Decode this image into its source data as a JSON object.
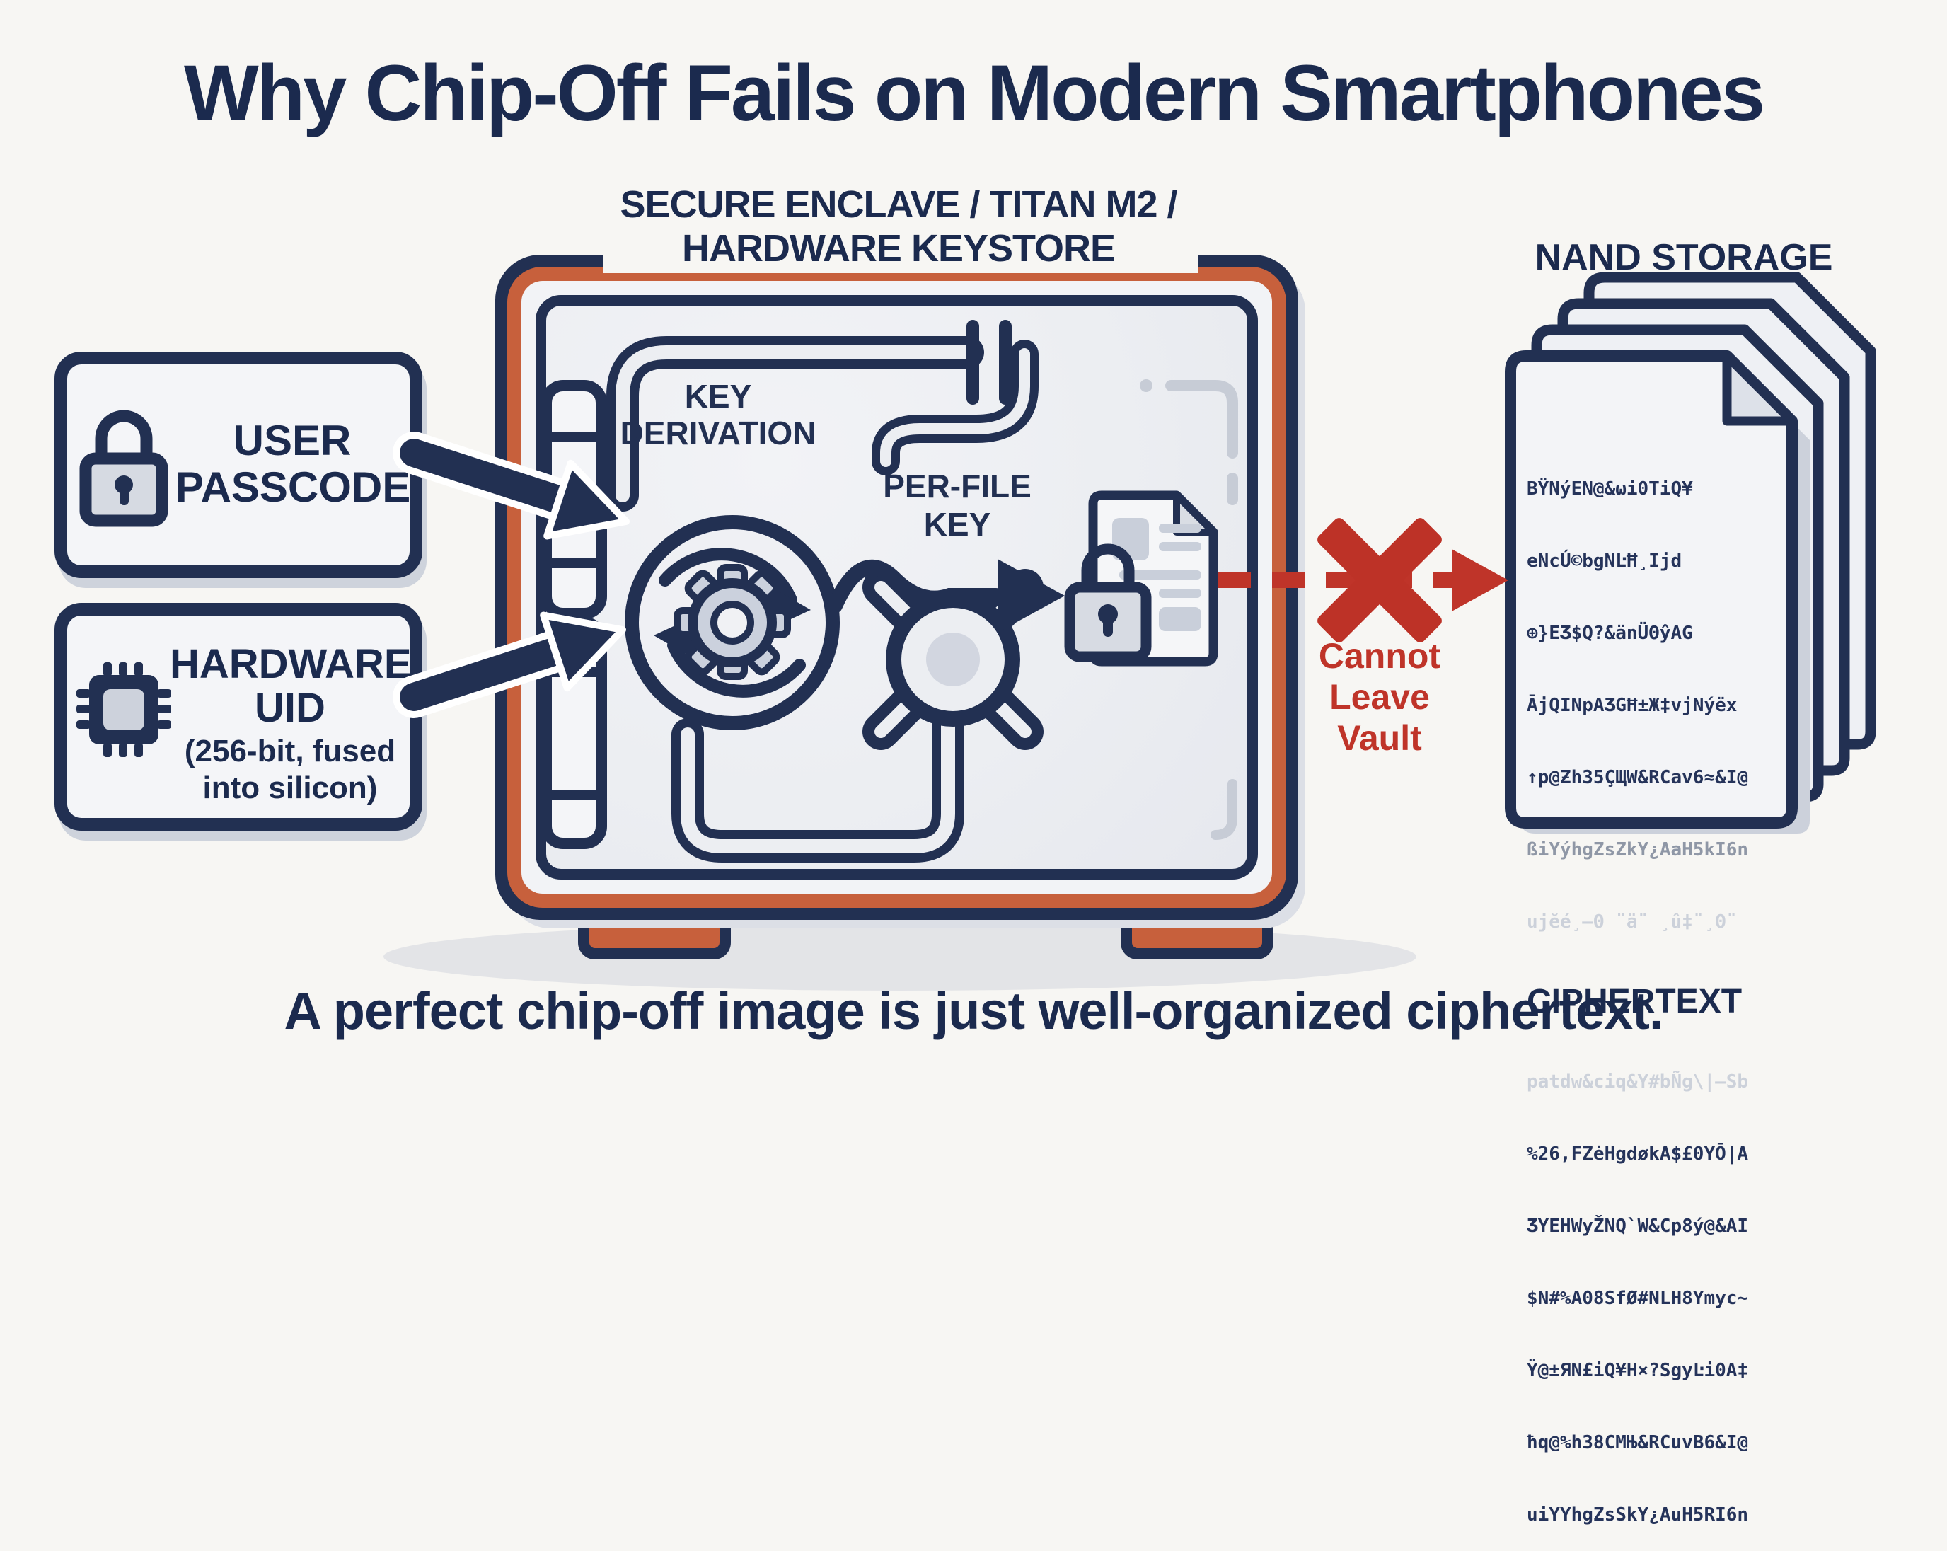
{
  "title": "Why Chip-Off Fails on Modern Smartphones",
  "caption": "A perfect chip-off image is just well-organized ciphertext.",
  "colors": {
    "navy": "#223052",
    "text_navy": "#1b2a4e",
    "orange": "#c7603c",
    "red": "#bf3429",
    "background": "#f7f6f3"
  },
  "vault": {
    "label_line1": "SECURE ENCLAVE / TITAN M2 /",
    "label_line2": "HARDWARE KEYSTORE",
    "key_derivation_line1": "KEY",
    "key_derivation_line2": "DERIVATION",
    "per_file_key_line1": "PER-FILE",
    "per_file_key_line2": "KEY"
  },
  "inputs": [
    {
      "icon": "lock-icon",
      "label_line1": "USER",
      "label_line2": "PASSCODE"
    },
    {
      "icon": "chip-icon",
      "label_line1": "HARDWARE",
      "label_line2": "UID",
      "sub_line1": "(256-bit, fused",
      "sub_line2": "into silicon)"
    }
  ],
  "restriction": {
    "line1": "Cannot",
    "line2": "Leave",
    "line3": "Vault"
  },
  "nand": {
    "label": "NAND STORAGE",
    "page_label": "CIPHERTEXT",
    "lines_top": [
      {
        "text": "BŸNýEN@&ωi0TiQ¥",
        "tone": "dark"
      },
      {
        "text": "eNcÚ©bgNĿĦ¸Ijd",
        "tone": "dark"
      },
      {
        "text": "⊕}EƷ$Q?&änÜΘŷAG",
        "tone": "dark"
      },
      {
        "text": "ĀjQINpAƷGĦ±Ж‡vjNýëx",
        "tone": "dark"
      },
      {
        "text": "↑p@Ƶh35ÇЩW&RCav6≈&I@",
        "tone": "dark"
      },
      {
        "text": "ßiYýhgZsZkY¿AaH5kI6n",
        "tone": "gray"
      },
      {
        "text": "ujĕé¸—Θ ¨ä¨ ¸û‡¨¸Θ¨",
        "tone": "ghost"
      }
    ],
    "lines_bottom": [
      {
        "text": "patdw&ciq&Y#bÑg\\|—Sb",
        "tone": "ghost"
      },
      {
        "text": "%26,FZėHgdøkA$£0YŌ|A",
        "tone": "dark"
      },
      {
        "text": "ƷYEHWyŽNQ`W&Cp8ý@&AI",
        "tone": "dark"
      },
      {
        "text": "$N#%A08SfØ#NLH8Ymyc~",
        "tone": "dark"
      },
      {
        "text": "Ϋ@±ЯN£iQ¥H×?SgyĿi0A‡",
        "tone": "dark"
      },
      {
        "text": "ħq@%h38CMЊ&RCuvB6&I@",
        "tone": "dark"
      },
      {
        "text": "uiYYhgZsSkY¿AuH5RI6n",
        "tone": "dark"
      }
    ]
  }
}
